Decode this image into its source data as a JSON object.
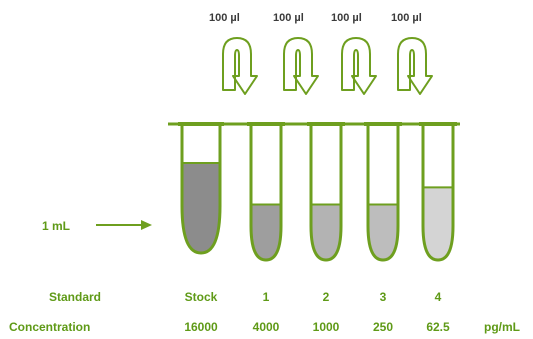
{
  "colors": {
    "outline": "#6e9f1f",
    "accent_text": "#5f9a17",
    "text": "#3b3b3b",
    "rim": "#6e9f1f"
  },
  "transfer_volume": "100 µl",
  "transfers": [
    {
      "label": "100 µl"
    },
    {
      "label": "100 µl"
    },
    {
      "label": "100 µl"
    },
    {
      "label": "100 µl"
    }
  ],
  "stock_volume_label": "1 mL",
  "row_labels": {
    "standard": "Standard",
    "concentration": "Concentration"
  },
  "unit": "pg/mL",
  "tubes": [
    {
      "standard": "Stock",
      "concentration": "16000",
      "liquid_level": 0.72,
      "fill_color": "#8c8c8c"
    },
    {
      "standard": "1",
      "concentration": "4000",
      "liquid_level": 0.42,
      "fill_color": "#9e9e9e"
    },
    {
      "standard": "2",
      "concentration": "1000",
      "liquid_level": 0.42,
      "fill_color": "#b3b3b3"
    },
    {
      "standard": "3",
      "concentration": "250",
      "liquid_level": 0.42,
      "fill_color": "#bdbdbd"
    },
    {
      "standard": "4",
      "concentration": "62.5",
      "liquid_level": 0.55,
      "fill_color": "#d4d4d4"
    }
  ]
}
